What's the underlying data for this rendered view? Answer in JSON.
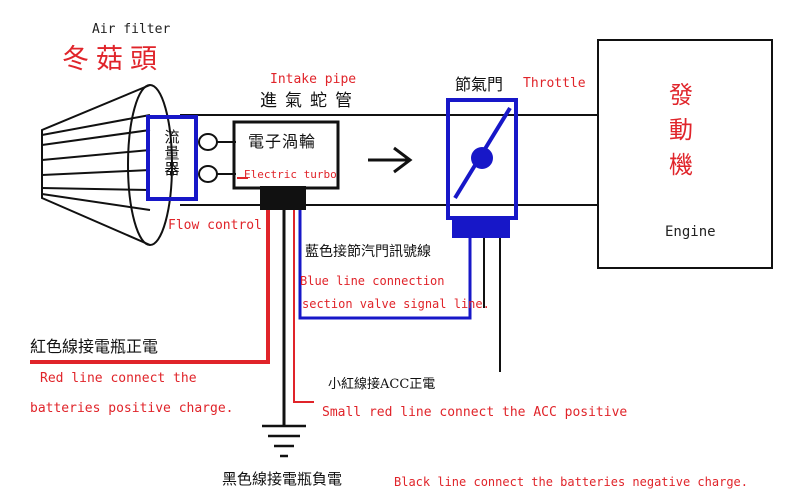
{
  "labels": {
    "air_filter_en": "Air filter",
    "air_filter_zh": "冬菇頭",
    "intake_pipe_en": "Intake pipe",
    "intake_pipe_zh": "進氣蛇管",
    "flow_meter_zh": "流量器",
    "electric_turbo_zh": "電子渦輪",
    "electric_turbo_en": "Electric turbo",
    "flow_control_en": "Flow control",
    "throttle_zh": "節氣門",
    "throttle_en": "Throttle",
    "engine_zh": "發動機",
    "engine_en": "Engine",
    "blue_line_zh": "藍色接節汽門訊號線",
    "blue_line_en_1": "Blue line connection",
    "blue_line_en_2": "section valve signal line.",
    "red_line_zh": "紅色線接電瓶正電",
    "red_line_en_1": "Red line connect the",
    "red_line_en_2": "batteries positive charge.",
    "small_red_zh": "小紅線接ACC正電",
    "small_red_en": "Small red line connect the ACC positive",
    "black_line_zh": "黑色線接電瓶負電",
    "black_line_en": "Black line connect the batteries negative charge."
  },
  "colors": {
    "blue": "#1717c8",
    "red": "#e0242a",
    "black": "#111111",
    "text_red": "#e0242a"
  },
  "icons": {
    "flow_arrow": "right-arrow-icon",
    "ground": "ground-symbol-icon"
  }
}
